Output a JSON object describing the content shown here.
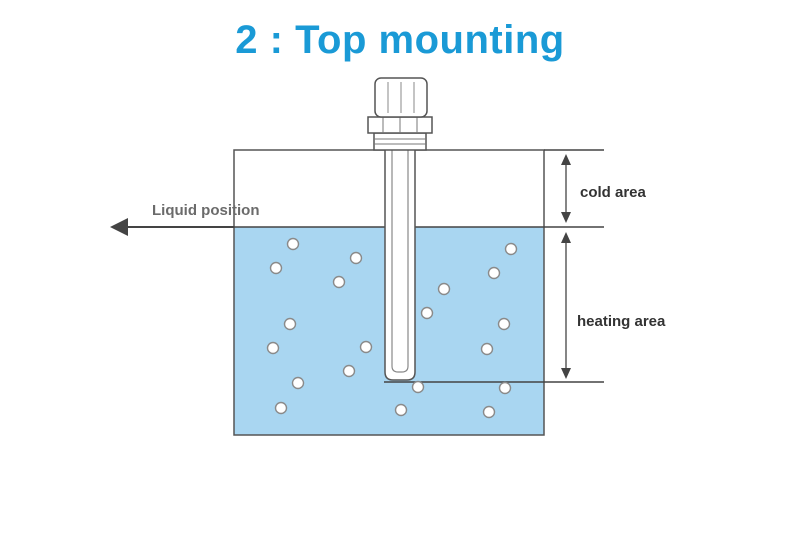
{
  "title": "2 : Top mounting",
  "labels": {
    "liquid_position": "Liquid position",
    "cold_area": "cold area",
    "heating_area": "heating area"
  },
  "colors": {
    "title": "#1a9ad6",
    "liquid": "#a9d6f1",
    "outline": "#555555",
    "bubble_fill": "#ffffff",
    "bubble_stroke": "#8a8a8a",
    "label": "#333333"
  },
  "icons": {
    "arrow": "left-arrow-icon",
    "cap": "cable-gland-icon",
    "dimension": "double-arrow-icon"
  }
}
